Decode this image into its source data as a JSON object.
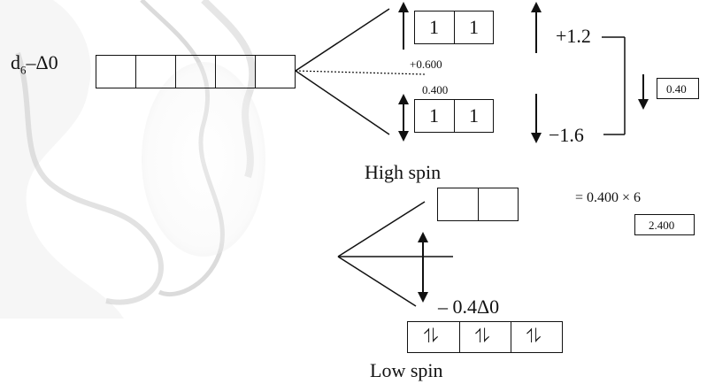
{
  "title_label": "d6–Δ0",
  "high_spin": {
    "label": "High spin",
    "upper_box": [
      "1",
      "1"
    ],
    "lower_box": [
      "1",
      "1"
    ],
    "upper_offset": "+0.600",
    "lower_offset": "0.400",
    "upper_energy": "+1.2",
    "lower_energy": "−1.6",
    "result_value": "0.40"
  },
  "low_spin": {
    "label": "Low spin",
    "orbital_marks": [
      "⥮",
      "⥮",
      "⥮"
    ],
    "energy_label": "– 0.4Δ0",
    "equation": "= 0.400 × 6",
    "result_value": "2.400"
  },
  "colors": {
    "ink": "#111111",
    "background": "#ffffff"
  }
}
